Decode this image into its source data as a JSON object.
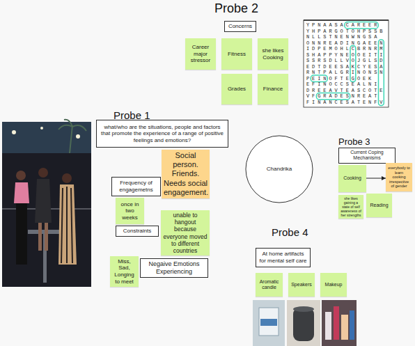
{
  "diagram": {
    "nodes": [
      {
        "text": [
          "Concerns"
        ]
      },
      {
        "text": [
          "Career major stressor"
        ]
      },
      {
        "text": [
          "Fitness"
        ]
      },
      {
        "text": [
          "she likes Cooking"
        ]
      },
      {
        "text": [
          "Grades"
        ]
      },
      {
        "text": [
          "Finance"
        ]
      },
      {
        "text": [
          "what/who are the situations, people and factors that promote the experience of a range of positive feelings and emotions?"
        ]
      },
      {
        "text": [
          "Social person. Friends. Needs social engagement."
        ]
      },
      {
        "text": [
          "Frequency of engagemetns"
        ]
      },
      {
        "text": [
          "once in two weeks"
        ]
      },
      {
        "text": [
          "Constraints"
        ]
      },
      {
        "text": [
          "unable to hangout because everyone moved to different countries"
        ]
      },
      {
        "text": [
          "Negaive Emotions Experiencing"
        ]
      },
      {
        "text": [
          "Miss, Sad, Longing to meet"
        ]
      },
      {
        "text": [
          "Chandrika"
        ]
      },
      {
        "text": [
          "Current Coping Mechanisms"
        ]
      },
      {
        "text": [
          "Cooking"
        ]
      },
      {
        "text": [
          "everybody to learn cooking irrespective of gender"
        ]
      },
      {
        "text": [
          "she likes gaining a state of self awareness of her strengths"
        ]
      },
      {
        "text": [
          "Reading"
        ]
      },
      {
        "text": [
          "At home artifacts for mental self care"
        ]
      },
      {
        "text": [
          "Aromatic candle"
        ]
      },
      {
        "text": [
          "Speakers"
        ]
      },
      {
        "text": [
          "Makeup"
        ]
      }
    ],
    "edges": [
      {
        "from": 16,
        "to": 17,
        "arrow": "to"
      }
    ],
    "labels": [
      "Probe 2",
      "Probe 1",
      "Probe 3",
      "Probe 4",
      "YPNAASACAREER",
      "YHPARGOTOHPSSB",
      "NLLSTNENWNGSA",
      "ONNREADINGAEEN",
      "IDPEMOHLCBRNRM",
      "SHAPPYNEOOEITI",
      "SSRSDLLVOJGLSD",
      "EDTDEESAKCYESA",
      "RNTPALGRINONSN",
      "PEINOFTEGOEK",
      "EFINOCCSEALNI",
      "DREEAVTEASCOTE",
      "VFGRADESNREAT",
      "FINANCESATENFV"
    ]
  }
}
